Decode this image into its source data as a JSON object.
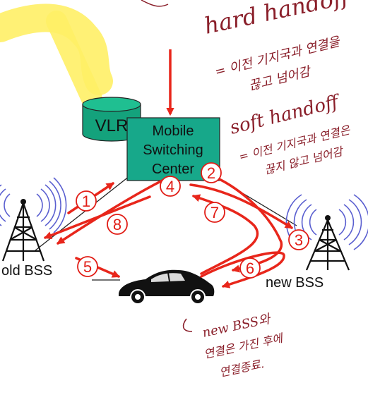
{
  "labels": {
    "vlr": "VLR",
    "msc_line1": "Mobile",
    "msc_line2": "Switching",
    "msc_line3": "Center",
    "old_bss": "old BSS",
    "new_bss": "new BSS"
  },
  "steps": [
    "1",
    "2",
    "3",
    "4",
    "5",
    "6",
    "7",
    "8"
  ],
  "annotations": {
    "hard_handoff": "hard handoff",
    "hard_desc_1": "= 이전 기지국과 연결을",
    "hard_desc_2": "끊고 넘어감",
    "soft_handoff": "soft handoff",
    "soft_desc_1": "= 이전 기지국과 연결은",
    "soft_desc_2": "끊지 않고 넘어감",
    "new_bss_1": "new BSS와",
    "new_bss_2": "연결은 가진 후에",
    "new_bss_3": "연결종료."
  },
  "colors": {
    "arrow": "#e8261b",
    "msc_fill": "#17a88a",
    "vlr_fill": "#14a27c",
    "highlight": "#fff066",
    "handwriting": "#8a1f2a",
    "signal": "#5a5fd0"
  }
}
